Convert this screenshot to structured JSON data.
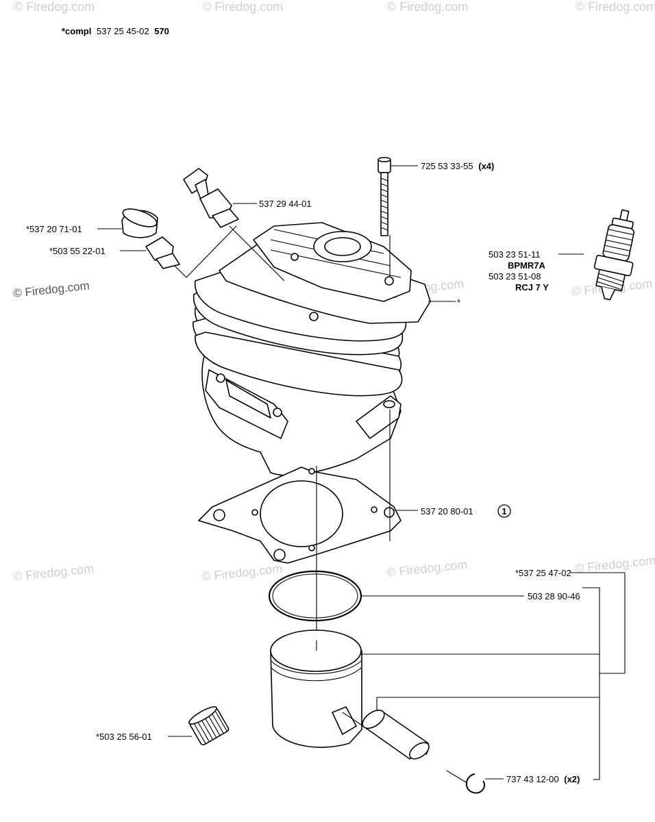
{
  "header": {
    "prefix": "*compl",
    "number": "537 25 45-02",
    "suffix": "570"
  },
  "watermark": {
    "text": "© Firedog.com"
  },
  "callouts": {
    "bolt": {
      "number": "725 53 33-55",
      "qty": "(x4)"
    },
    "decomp_valve": {
      "number": "537 29 44-01"
    },
    "plug_cap": {
      "number": "*537 20 71-01"
    },
    "plug_body": {
      "number": "*503 55 22-01"
    },
    "spark_plug_a": {
      "number": "503 23 51-11",
      "code": "BPMR7A"
    },
    "spark_plug_b": {
      "number": "503 23 51-08",
      "code": "RCJ 7 Y"
    },
    "cylinder": {
      "number": "*"
    },
    "gasket": {
      "number": "537 20 80-01",
      "circle": "1"
    },
    "piston_kit": {
      "number": "*537 25 47-02"
    },
    "piston_ring": {
      "number": "503 28 90-46"
    },
    "needle_bearing": {
      "number": "*503 25 56-01"
    },
    "circlip": {
      "number": "737 43 12-00",
      "qty": "(x2)"
    }
  }
}
